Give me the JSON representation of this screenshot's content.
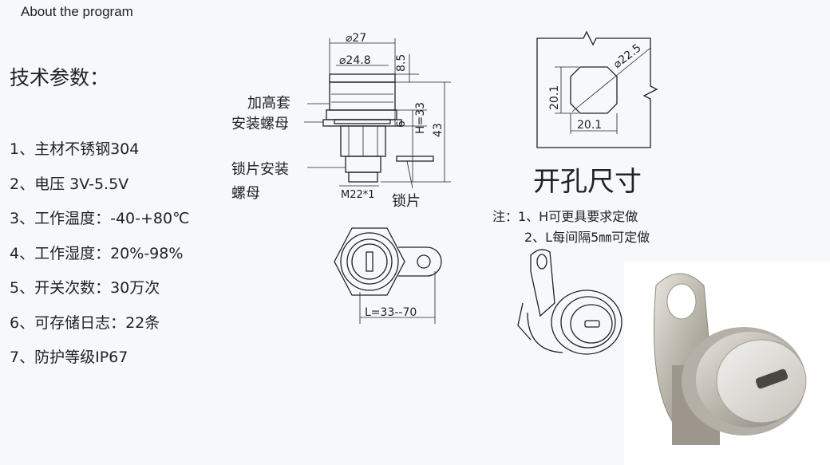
{
  "header": {
    "title": "About the program"
  },
  "specs": {
    "heading": "技术参数：",
    "items": [
      "1、主材不锈钢304",
      "2、电压 3V-5.5V",
      "3、工作温度：-40-+80℃",
      "4、工作湿度：20%-98%",
      "5、开关次数：30万次",
      "6、可存储日志：22条",
      "7、防护等级IP67"
    ]
  },
  "side_drawing": {
    "dim_outer": "⌀27",
    "dim_inner": "⌀24.8",
    "dim_top": "8.5",
    "dim_h": "H=33",
    "dim_6": "6",
    "dim_43": "43",
    "label_sleeve": "加高套",
    "label_nut": "安装螺母",
    "label_lock_nut_1": "锁片安装",
    "label_lock_nut_2": "螺母",
    "label_thread": "M22*1",
    "label_tab": "锁片"
  },
  "front_drawing": {
    "dim_l": "L=33--70"
  },
  "cutout": {
    "dim_diameter": "⌀22.5",
    "dim_width": "20.1",
    "dim_height": "20.1",
    "title": "开孔尺寸"
  },
  "notes": {
    "line1": "注：1、H可更具要求定做",
    "line2": "2、L每间隔5㎜可定做"
  }
}
